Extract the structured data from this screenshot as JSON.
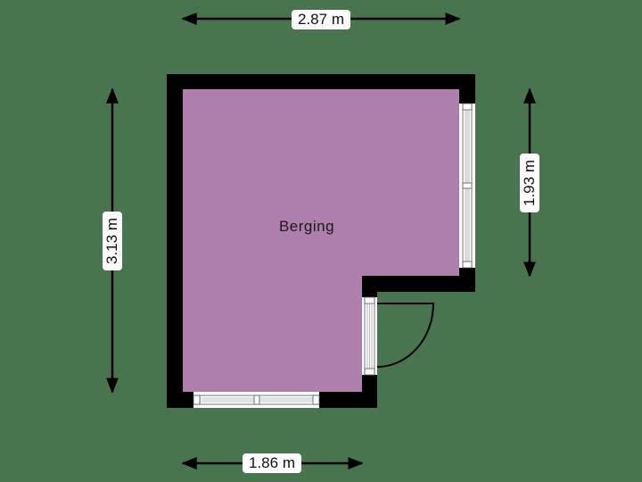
{
  "colors": {
    "background": "#48744e",
    "room_fill": "#ae7ead",
    "wall": "#000000",
    "window": "#ffffff",
    "dimension_line": "#000000",
    "label_bg": "#ffffff"
  },
  "room": {
    "name": "Berging"
  },
  "dimensions": {
    "top": {
      "label": "2.87 m",
      "orientation": "horizontal"
    },
    "left": {
      "label": "3.13 m",
      "orientation": "vertical"
    },
    "right": {
      "label": "1.93 m",
      "orientation": "vertical"
    },
    "bottom": {
      "label": "1.86 m",
      "orientation": "horizontal"
    }
  },
  "openings": [
    {
      "type": "window",
      "wall": "right"
    },
    {
      "type": "window",
      "wall": "bottom"
    },
    {
      "type": "door",
      "wall": "inner-right",
      "swing": "outward"
    }
  ]
}
